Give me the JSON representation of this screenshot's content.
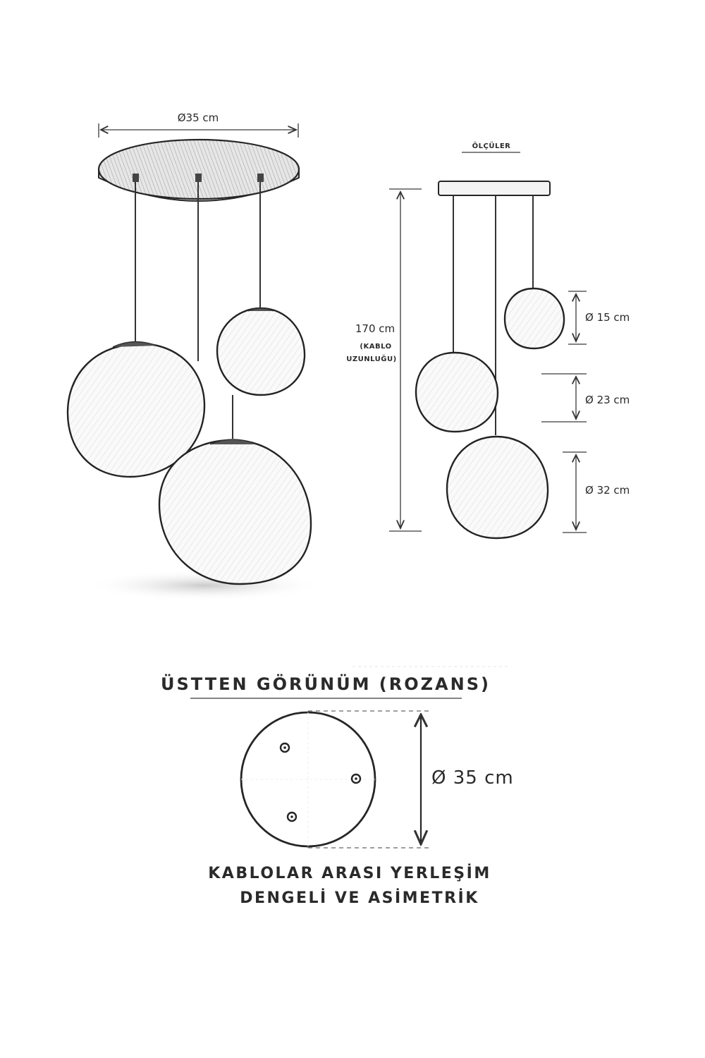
{
  "perspective_view": {
    "canopy_diameter_label": "Ø35 cm"
  },
  "dimensions_view": {
    "heading": "ÖLÇÜLER",
    "cable_length_label": "170 cm",
    "cable_length_note_line1": "(KABLO",
    "cable_length_note_line2": "UZUNLUĞU)",
    "globe_small_label": "Ø 15 cm",
    "globe_medium_label": "Ø 23 cm",
    "globe_large_label": "Ø 32 cm"
  },
  "top_view": {
    "heading": "ÜSTTEN GÖRÜNÜM (ROZANS)",
    "diameter_label": "Ø 35 cm",
    "caption_line1": "KABLOLAR ARASI YERLEŞİM",
    "caption_line2": "DENGELİ VE ASİMETRİK"
  },
  "colors": {
    "ink": "#262626",
    "paper": "#ffffff"
  }
}
